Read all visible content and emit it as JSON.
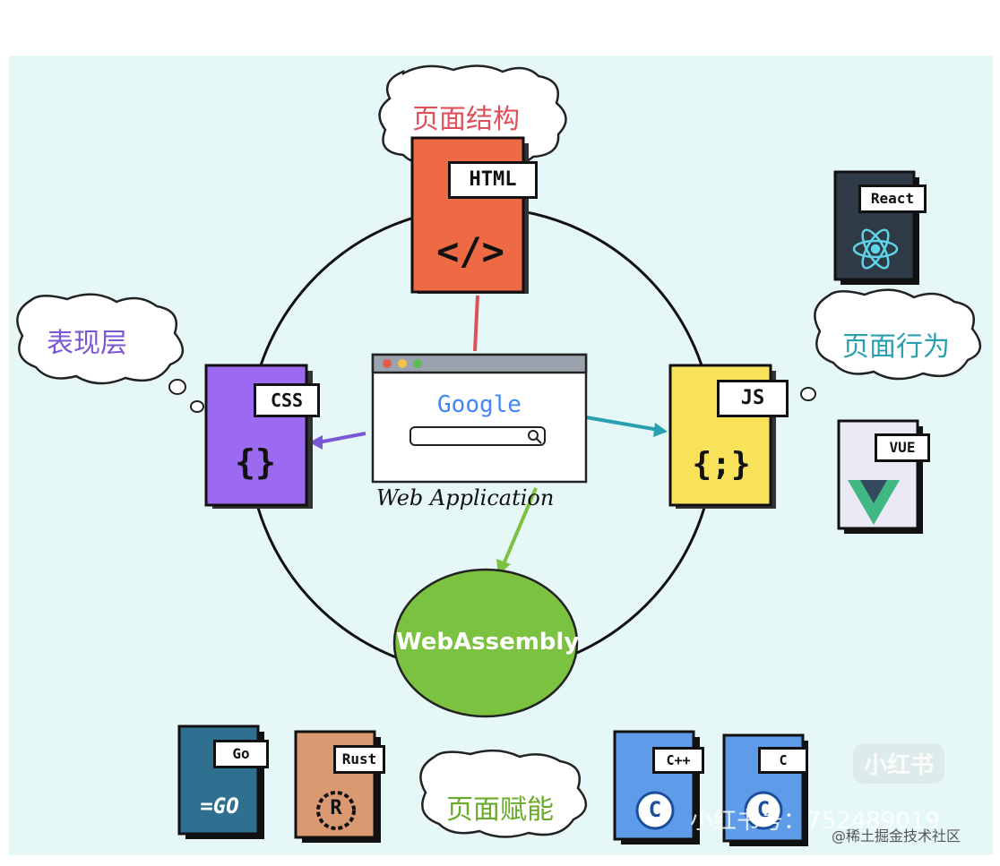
{
  "clouds": {
    "structure": "页面结构",
    "presentation": "表现层",
    "behavior": "页面行为",
    "empowerment": "页面赋能"
  },
  "books": {
    "html": {
      "tag": "HTML",
      "glyph": "</>"
    },
    "css": {
      "tag": "CSS",
      "glyph": "{}"
    },
    "js": {
      "tag": "JS",
      "glyph": "{;}"
    },
    "react": {
      "tag": "React"
    },
    "vue": {
      "tag": "VUE"
    },
    "go": {
      "tag": "Go",
      "logo": "=GO"
    },
    "rust": {
      "tag": "Rust",
      "logo": "R"
    },
    "cpp": {
      "tag": "C++",
      "logo": "C"
    },
    "c": {
      "tag": "C",
      "logo": "C"
    }
  },
  "browser": {
    "search_logo": "Google",
    "caption": "Web Application"
  },
  "wasm": {
    "label": "WebAssembly"
  },
  "watermark": {
    "brand": "小红书",
    "id_text": "小红书号：752489019",
    "community": "@稀土掘金技术社区"
  },
  "colors": {
    "html_book": "#ee6a45",
    "css_book": "#9b6af0",
    "js_book": "#f7e25a",
    "react_book": "#2e3a45",
    "vue_book": "#ebe8f5",
    "go_book": "#2f6f8f",
    "rust_book": "#d99a72",
    "cpp_book": "#5e9be8",
    "c_book": "#5e9be8",
    "wasm": "#7cc241",
    "background": "#e6f7f7",
    "structure_text": "#e0505a",
    "presentation_text": "#7b57d6",
    "behavior_text": "#2a9fb0",
    "empowerment_text": "#6aaa2a"
  }
}
